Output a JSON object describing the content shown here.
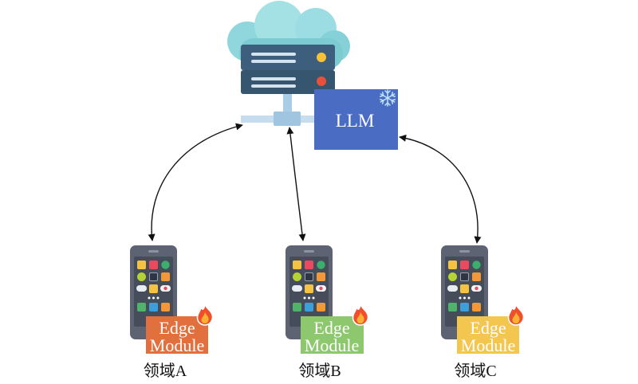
{
  "server": {
    "icon": "cloud-server-icon"
  },
  "llm": {
    "label": "LLM",
    "color": "#4a6cc3",
    "icon": "snowflake-icon"
  },
  "domains": [
    {
      "label": "领域A",
      "module_line1": "Edge",
      "module_line2": "Module",
      "module_color": "#e2703f",
      "icon": "fire-icon",
      "device_icon": "smartphone-icon"
    },
    {
      "label": "领域B",
      "module_line1": "Edge",
      "module_line2": "Module",
      "module_color": "#8dc76e",
      "icon": "fire-icon",
      "device_icon": "smartphone-icon"
    },
    {
      "label": "领域C",
      "module_line1": "Edge",
      "module_line2": "Module",
      "module_color": "#f2c64f",
      "icon": "fire-icon",
      "device_icon": "smartphone-icon"
    }
  ]
}
